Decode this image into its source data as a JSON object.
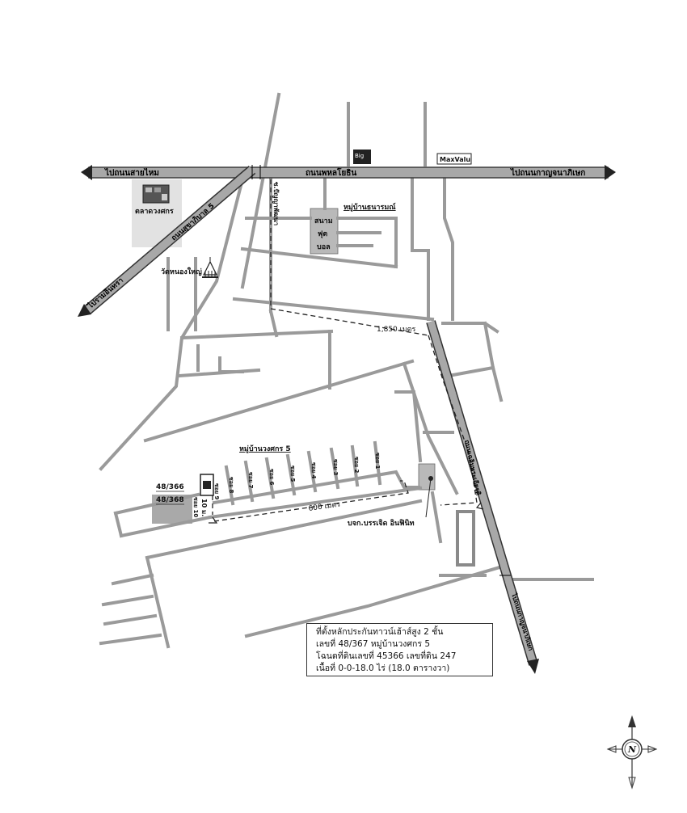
{
  "roads": {
    "main_road": "ถนนพหลโยธิน",
    "to_sai_mai": "ไปถนนสายไหม",
    "to_kanchanaphisek": "ไปถนนกาญจนาภิเษก",
    "sukhaphiban5": "ถนนสุขาภิบาล 5",
    "to_ram_intra": "ไปรามอินทรา",
    "soi_pulthip": "ซ.ปัญญาพัฒนา",
    "chalermprakiat": "ถนนเฉลิมพระเกียรติ",
    "to_kanchanaphisek_2": "ไปถนนกาญจนาภิเษก"
  },
  "places": {
    "market": "ตลาดวงศกร",
    "temple": "วัดหนองใหญ่",
    "village_thanarom": "หมู่บ้านธนารมณ์",
    "stadium_1": "สนาม",
    "stadium_2": "ฟุต",
    "stadium_3": "บอล",
    "village_wongsakorn": "หมู่บ้านวงศกร 5",
    "company": "บจก.บรรเจิด อินฟินิท",
    "bigc": "Big",
    "maxvalu": "MaxValu"
  },
  "sois": {
    "soi1": "ซอย 1",
    "soi2": "ซอย 2",
    "soi3": "ซอย 3",
    "soi4": "ซอย 4",
    "soi5": "ซอย 5",
    "soi6": "ซอย 6",
    "soi7": "ซอย 7",
    "soi8": "ซอย 8",
    "soi9": "ซอย 9",
    "soi10": "ซอย 10"
  },
  "distances": {
    "d1850": "1,850 เมตร",
    "d600": "600 เมตร",
    "d10": "10 ม."
  },
  "plots": {
    "p366": "48/366",
    "p368": "48/368"
  },
  "info": {
    "line1": "ที่ตั้งหลักประกันทาวน์เฮ้าส์สูง  2  ชั้น",
    "line2": "เลขที่ 48/367 หมู่บ้านวงศกร 5",
    "line3": "โฉนดที่ดินเลขที่ 45366 เลขที่ดิน 247",
    "line4": "เนื้อที่ 0-0-18.0 ไร่ (18.0 ตารางวา)"
  },
  "compass": {
    "north_letter": "N"
  }
}
